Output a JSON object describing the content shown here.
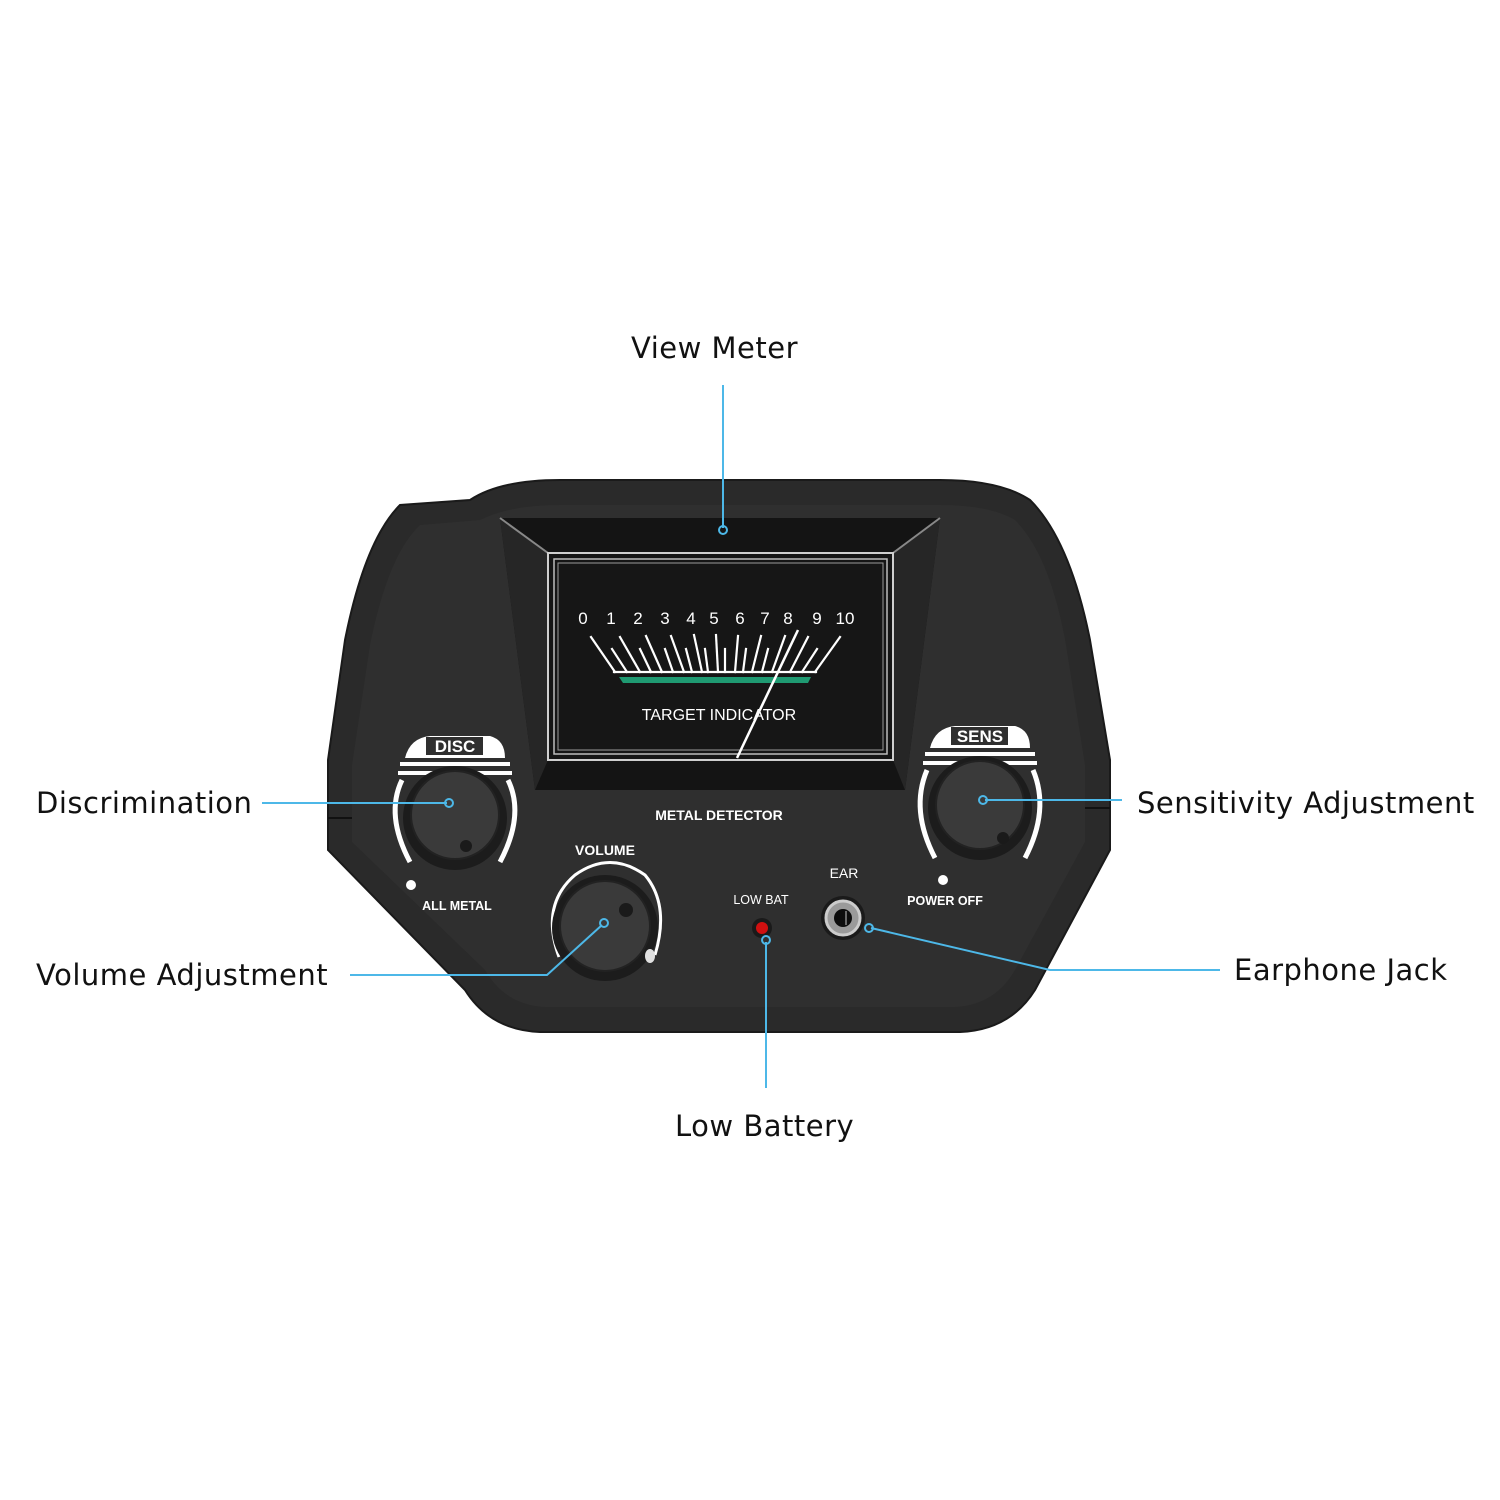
{
  "callouts": {
    "view_meter": "View Meter",
    "discrimination": "Discrimination",
    "sensitivity": "Sensitivity Adjustment",
    "volume": "Volume Adjustment",
    "earphone": "Earphone Jack",
    "low_battery": "Low Battery"
  },
  "panel": {
    "brand_label": "METAL DETECTOR",
    "disc_label": "DISC",
    "sens_label": "SENS",
    "volume_label": "VOLUME",
    "all_metal_label": "ALL METAL",
    "power_off_label": "POWER OFF",
    "low_bat_label": "LOW BAT",
    "ear_label": "EAR"
  },
  "meter": {
    "title": "TARGET INDICATOR",
    "scale": [
      "0",
      "1",
      "2",
      "3",
      "4",
      "5",
      "6",
      "7",
      "8",
      "9",
      "10"
    ],
    "needle_value": 8
  },
  "colors": {
    "callout_line": "#4db8e8",
    "body": "#2b2b2b",
    "meter_band": "#1f9a72",
    "led": "#d01010"
  }
}
